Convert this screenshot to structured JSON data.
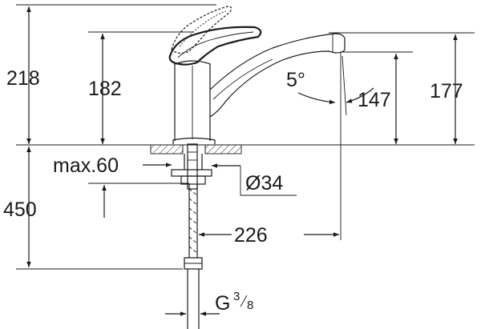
{
  "dimensions": {
    "total_height": "218",
    "body_height": "182",
    "angle": "5°",
    "spout_clearance": "147",
    "spout_height": "177",
    "max_thickness": "max.60",
    "hole_diameter": "Ø34",
    "below_counter": "450",
    "reach": "226",
    "thread_main": "G",
    "thread_sup": "3",
    "thread_sub": "8"
  }
}
